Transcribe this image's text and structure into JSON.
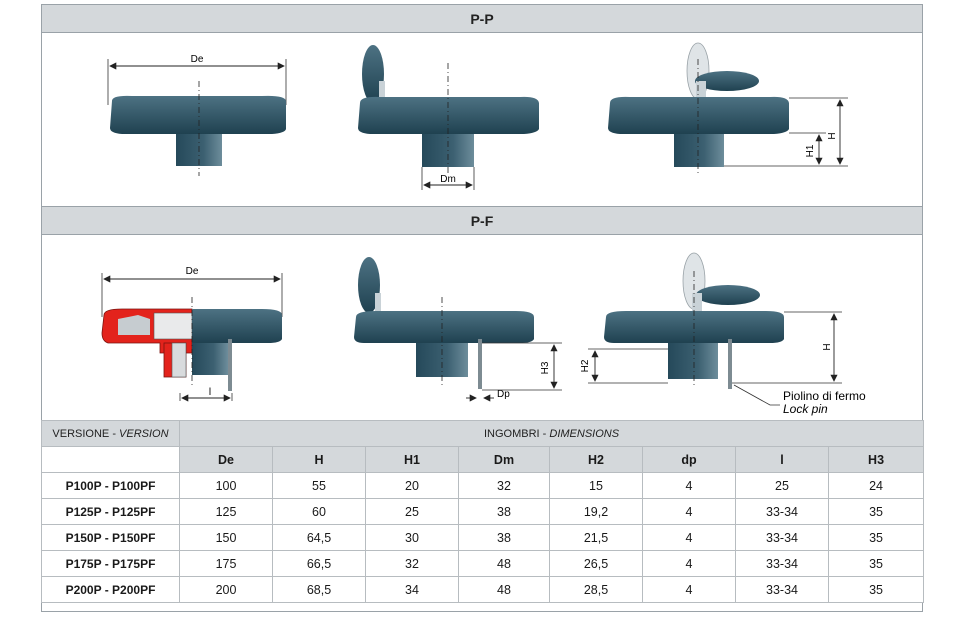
{
  "sections": [
    {
      "title": "P-P"
    },
    {
      "title": "P-F"
    }
  ],
  "drawing_labels": {
    "de": "De",
    "dm": "Dm",
    "h": "H",
    "h1": "H1",
    "h2": "H2",
    "h3": "H3",
    "dp": "Dp",
    "l": "l",
    "lock_pin_it": "Piolino di fermo",
    "lock_pin_en": "Lock pin"
  },
  "table": {
    "version_label": "VERSIONE - ",
    "version_label_en": "VERSION",
    "dimensions_label": "INGOMBRI - ",
    "dimensions_label_en": "DIMENSIONS",
    "columns": [
      "De",
      "H",
      "H1",
      "Dm",
      "H2",
      "dp",
      "l",
      "H3"
    ],
    "rows": [
      {
        "name": "P100P - P100PF",
        "values": [
          "100",
          "55",
          "20",
          "32",
          "15",
          "4",
          "25",
          "24"
        ]
      },
      {
        "name": "P125P - P125PF",
        "values": [
          "125",
          "60",
          "25",
          "38",
          "19,2",
          "4",
          "33-34",
          "35"
        ]
      },
      {
        "name": "P150P - P150PF",
        "values": [
          "150",
          "64,5",
          "30",
          "38",
          "21,5",
          "4",
          "33-34",
          "35"
        ]
      },
      {
        "name": "P175P - P175PF",
        "values": [
          "175",
          "66,5",
          "32",
          "48",
          "26,5",
          "4",
          "33-34",
          "35"
        ]
      },
      {
        "name": "P200P - P200PF",
        "values": [
          "200",
          "68,5",
          "34",
          "48",
          "28,5",
          "4",
          "33-34",
          "35"
        ]
      }
    ]
  }
}
